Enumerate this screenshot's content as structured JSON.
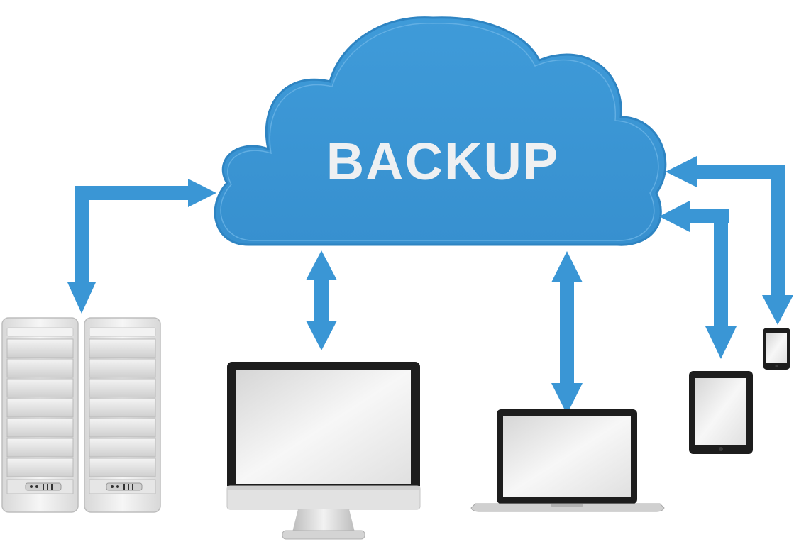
{
  "diagram": {
    "cloud": {
      "label": "BACKUP",
      "icon": "cloud-icon"
    },
    "devices": [
      {
        "name": "server-rack-icon"
      },
      {
        "name": "desktop-monitor-icon"
      },
      {
        "name": "laptop-icon"
      },
      {
        "name": "tablet-icon"
      },
      {
        "name": "smartphone-icon"
      }
    ],
    "connections": [
      "servers-to-cloud",
      "desktop-to-cloud",
      "laptop-to-cloud",
      "tablet-to-cloud",
      "phone-to-cloud"
    ]
  },
  "colors": {
    "accent": "#3b97d6",
    "cloud_fill": "#3b97d6",
    "cloud_text": "#eef0f2",
    "device_frame": "#1e1e1e",
    "screen": "#efefef",
    "server_body": "#eaeaea",
    "background": "#ffffff"
  }
}
